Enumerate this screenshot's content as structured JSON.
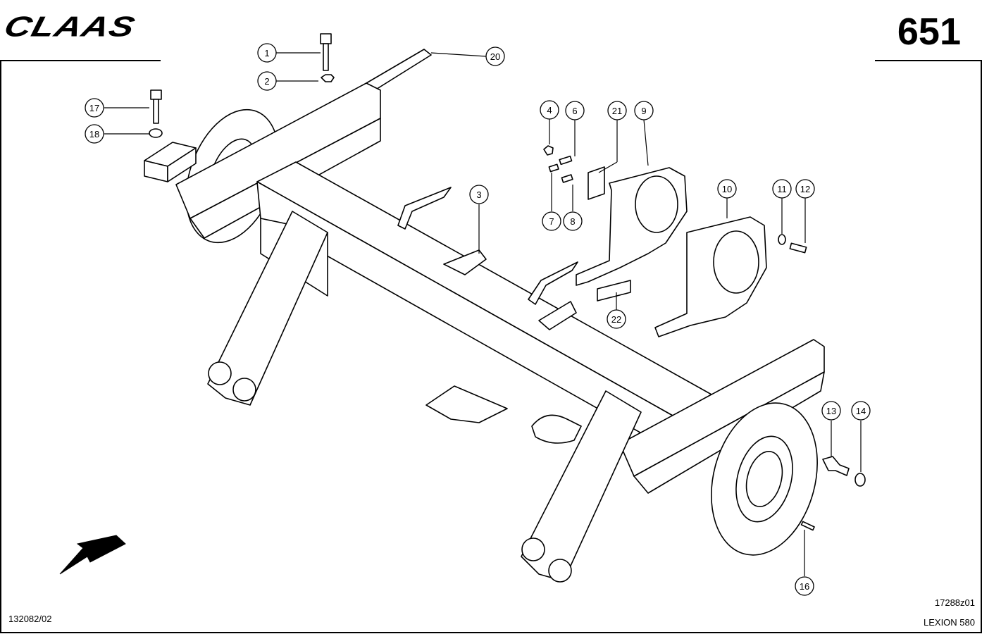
{
  "header": {
    "brand": "CLAAS",
    "page_number": "651"
  },
  "footer": {
    "drawing_id": "132082/02",
    "figure_id": "17288z01",
    "model": "LEXION 580"
  },
  "callouts": [
    {
      "label": "1"
    },
    {
      "label": "2"
    },
    {
      "label": "20"
    },
    {
      "label": "17"
    },
    {
      "label": "18"
    },
    {
      "label": "4"
    },
    {
      "label": "6"
    },
    {
      "label": "21"
    },
    {
      "label": "9"
    },
    {
      "label": "7"
    },
    {
      "label": "8"
    },
    {
      "label": "3"
    },
    {
      "label": "10"
    },
    {
      "label": "11"
    },
    {
      "label": "12"
    },
    {
      "label": "22"
    },
    {
      "label": "13"
    },
    {
      "label": "14"
    },
    {
      "label": "16"
    }
  ],
  "colors": {
    "line": "#000000",
    "background": "#ffffff"
  },
  "icons": {
    "direction_arrow": "arrow-down-left-icon"
  }
}
